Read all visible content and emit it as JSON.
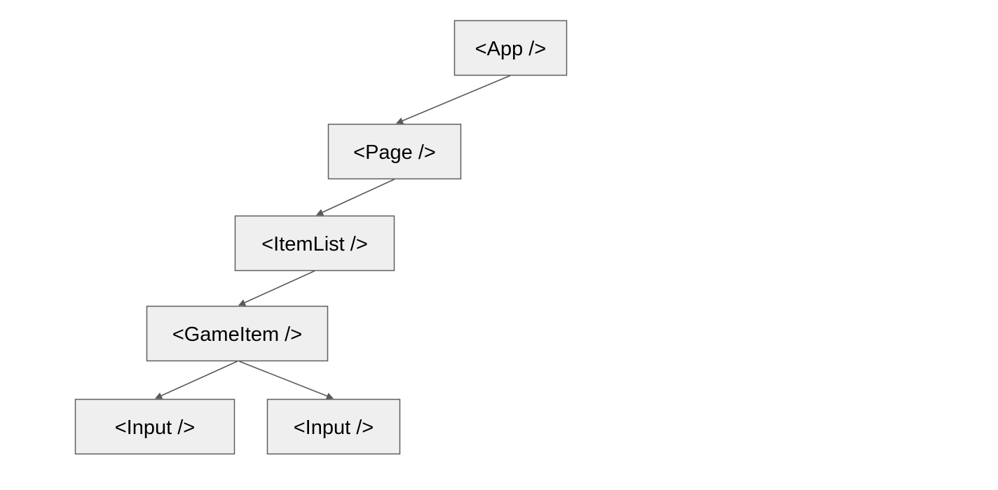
{
  "colors": {
    "background": "#ffffff",
    "node_fill": "#efefef",
    "node_stroke": "#5f5f5f",
    "edge": "#595959",
    "text": "#000000"
  },
  "nodes": {
    "app": {
      "label": "<App />"
    },
    "page": {
      "label": "<Page />"
    },
    "item_list": {
      "label": "<ItemList />"
    },
    "game_item": {
      "label": "<GameItem />"
    },
    "input_left": {
      "label": "<Input />"
    },
    "input_right": {
      "label": "<Input />"
    }
  },
  "edges": [
    {
      "from": "app",
      "to": "page"
    },
    {
      "from": "page",
      "to": "item_list"
    },
    {
      "from": "item_list",
      "to": "game_item"
    },
    {
      "from": "game_item",
      "to": "input_left"
    },
    {
      "from": "game_item",
      "to": "input_right"
    }
  ]
}
